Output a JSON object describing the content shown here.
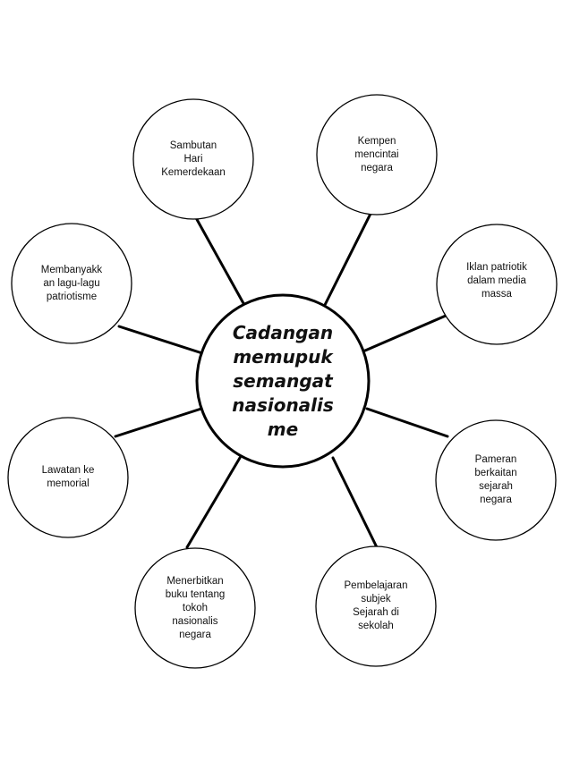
{
  "diagram": {
    "type": "bubble-map",
    "colors": {
      "stroke": "#000000",
      "fill": "#ffffff",
      "text": "#111111"
    },
    "center": {
      "label": "Cadangan\nmemupuk\nsemangat\nnasionalis\nme"
    },
    "nodes": [
      {
        "label": "Sambutan\nHari\nKemerdekaan"
      },
      {
        "label": "Kempen\nmencintai\nnegara"
      },
      {
        "label": "Iklan patriotik\ndalam media\nmassa"
      },
      {
        "label": "Pameran\nberkaitan\nsejarah\nnegara"
      },
      {
        "label": "Pembelajaran\nsubjek\nSejarah di\nsekolah"
      },
      {
        "label": "Menerbitkan\nbuku tentang\ntokoh\nnasionalis\nnegara"
      },
      {
        "label": "Lawatan ke\nmemorial"
      },
      {
        "label": "Membanyakk\nan lagu-lagu\npatriotisme"
      }
    ]
  }
}
